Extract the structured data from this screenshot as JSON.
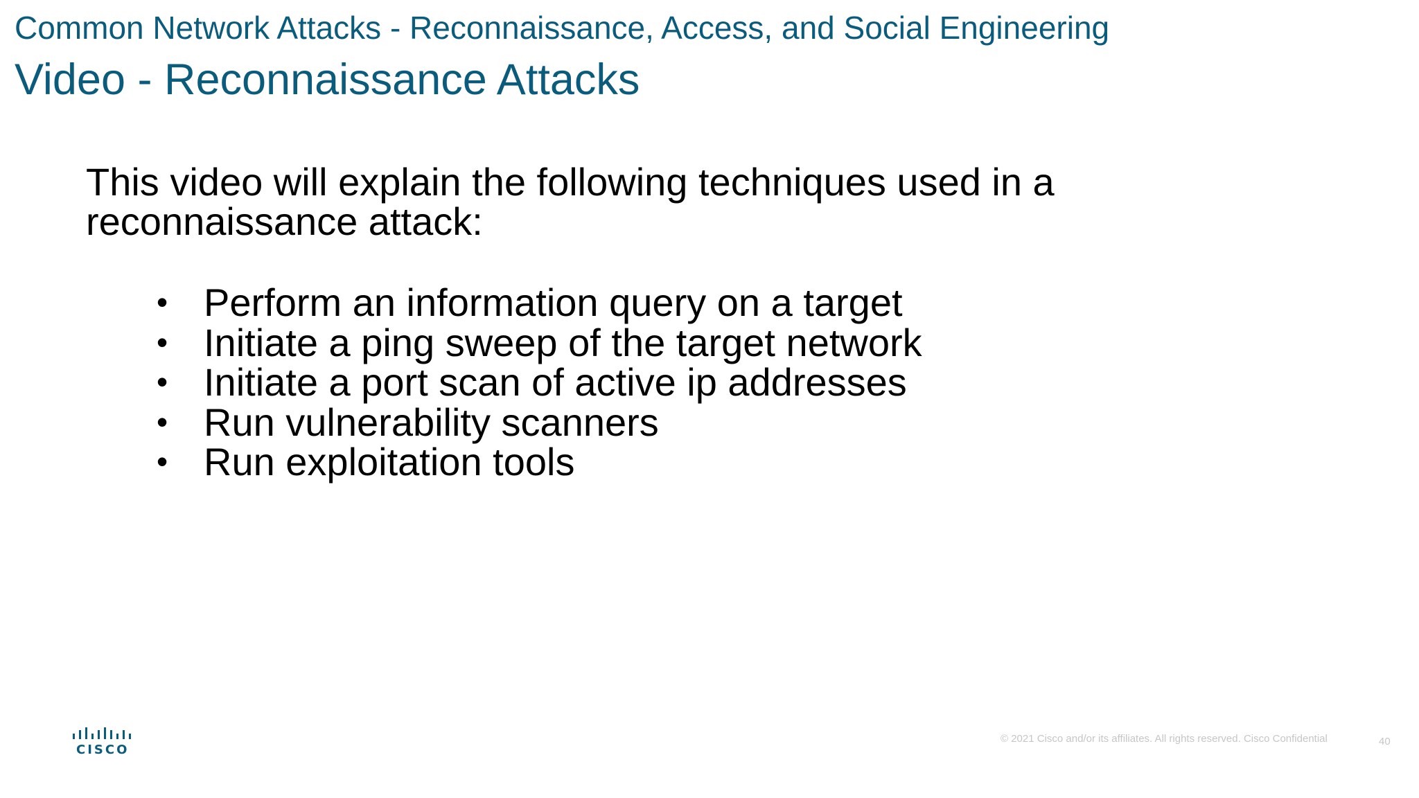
{
  "header": {
    "section_title": "Common Network Attacks - Reconnaissance, Access, and Social Engineering",
    "slide_title": "Video - Reconnaissance Attacks"
  },
  "body": {
    "intro": "This video will explain the following techniques used in a reconnaissance attack:",
    "bullet_glyph": "•",
    "bullets": [
      "Perform an information query on a target",
      "Initiate a ping sweep of the target network",
      "Initiate a port scan of active ip addresses",
      "Run vulnerability scanners",
      "Run exploitation tools"
    ]
  },
  "footer": {
    "logo_text": "CISCO",
    "copyright": "© 2021  Cisco and/or its affiliates. All rights reserved.   Cisco Confidential",
    "page_number": "40"
  },
  "colors": {
    "title": "#0b5b7d",
    "body_text": "#000000",
    "footer_text": "#c6c6c6"
  }
}
